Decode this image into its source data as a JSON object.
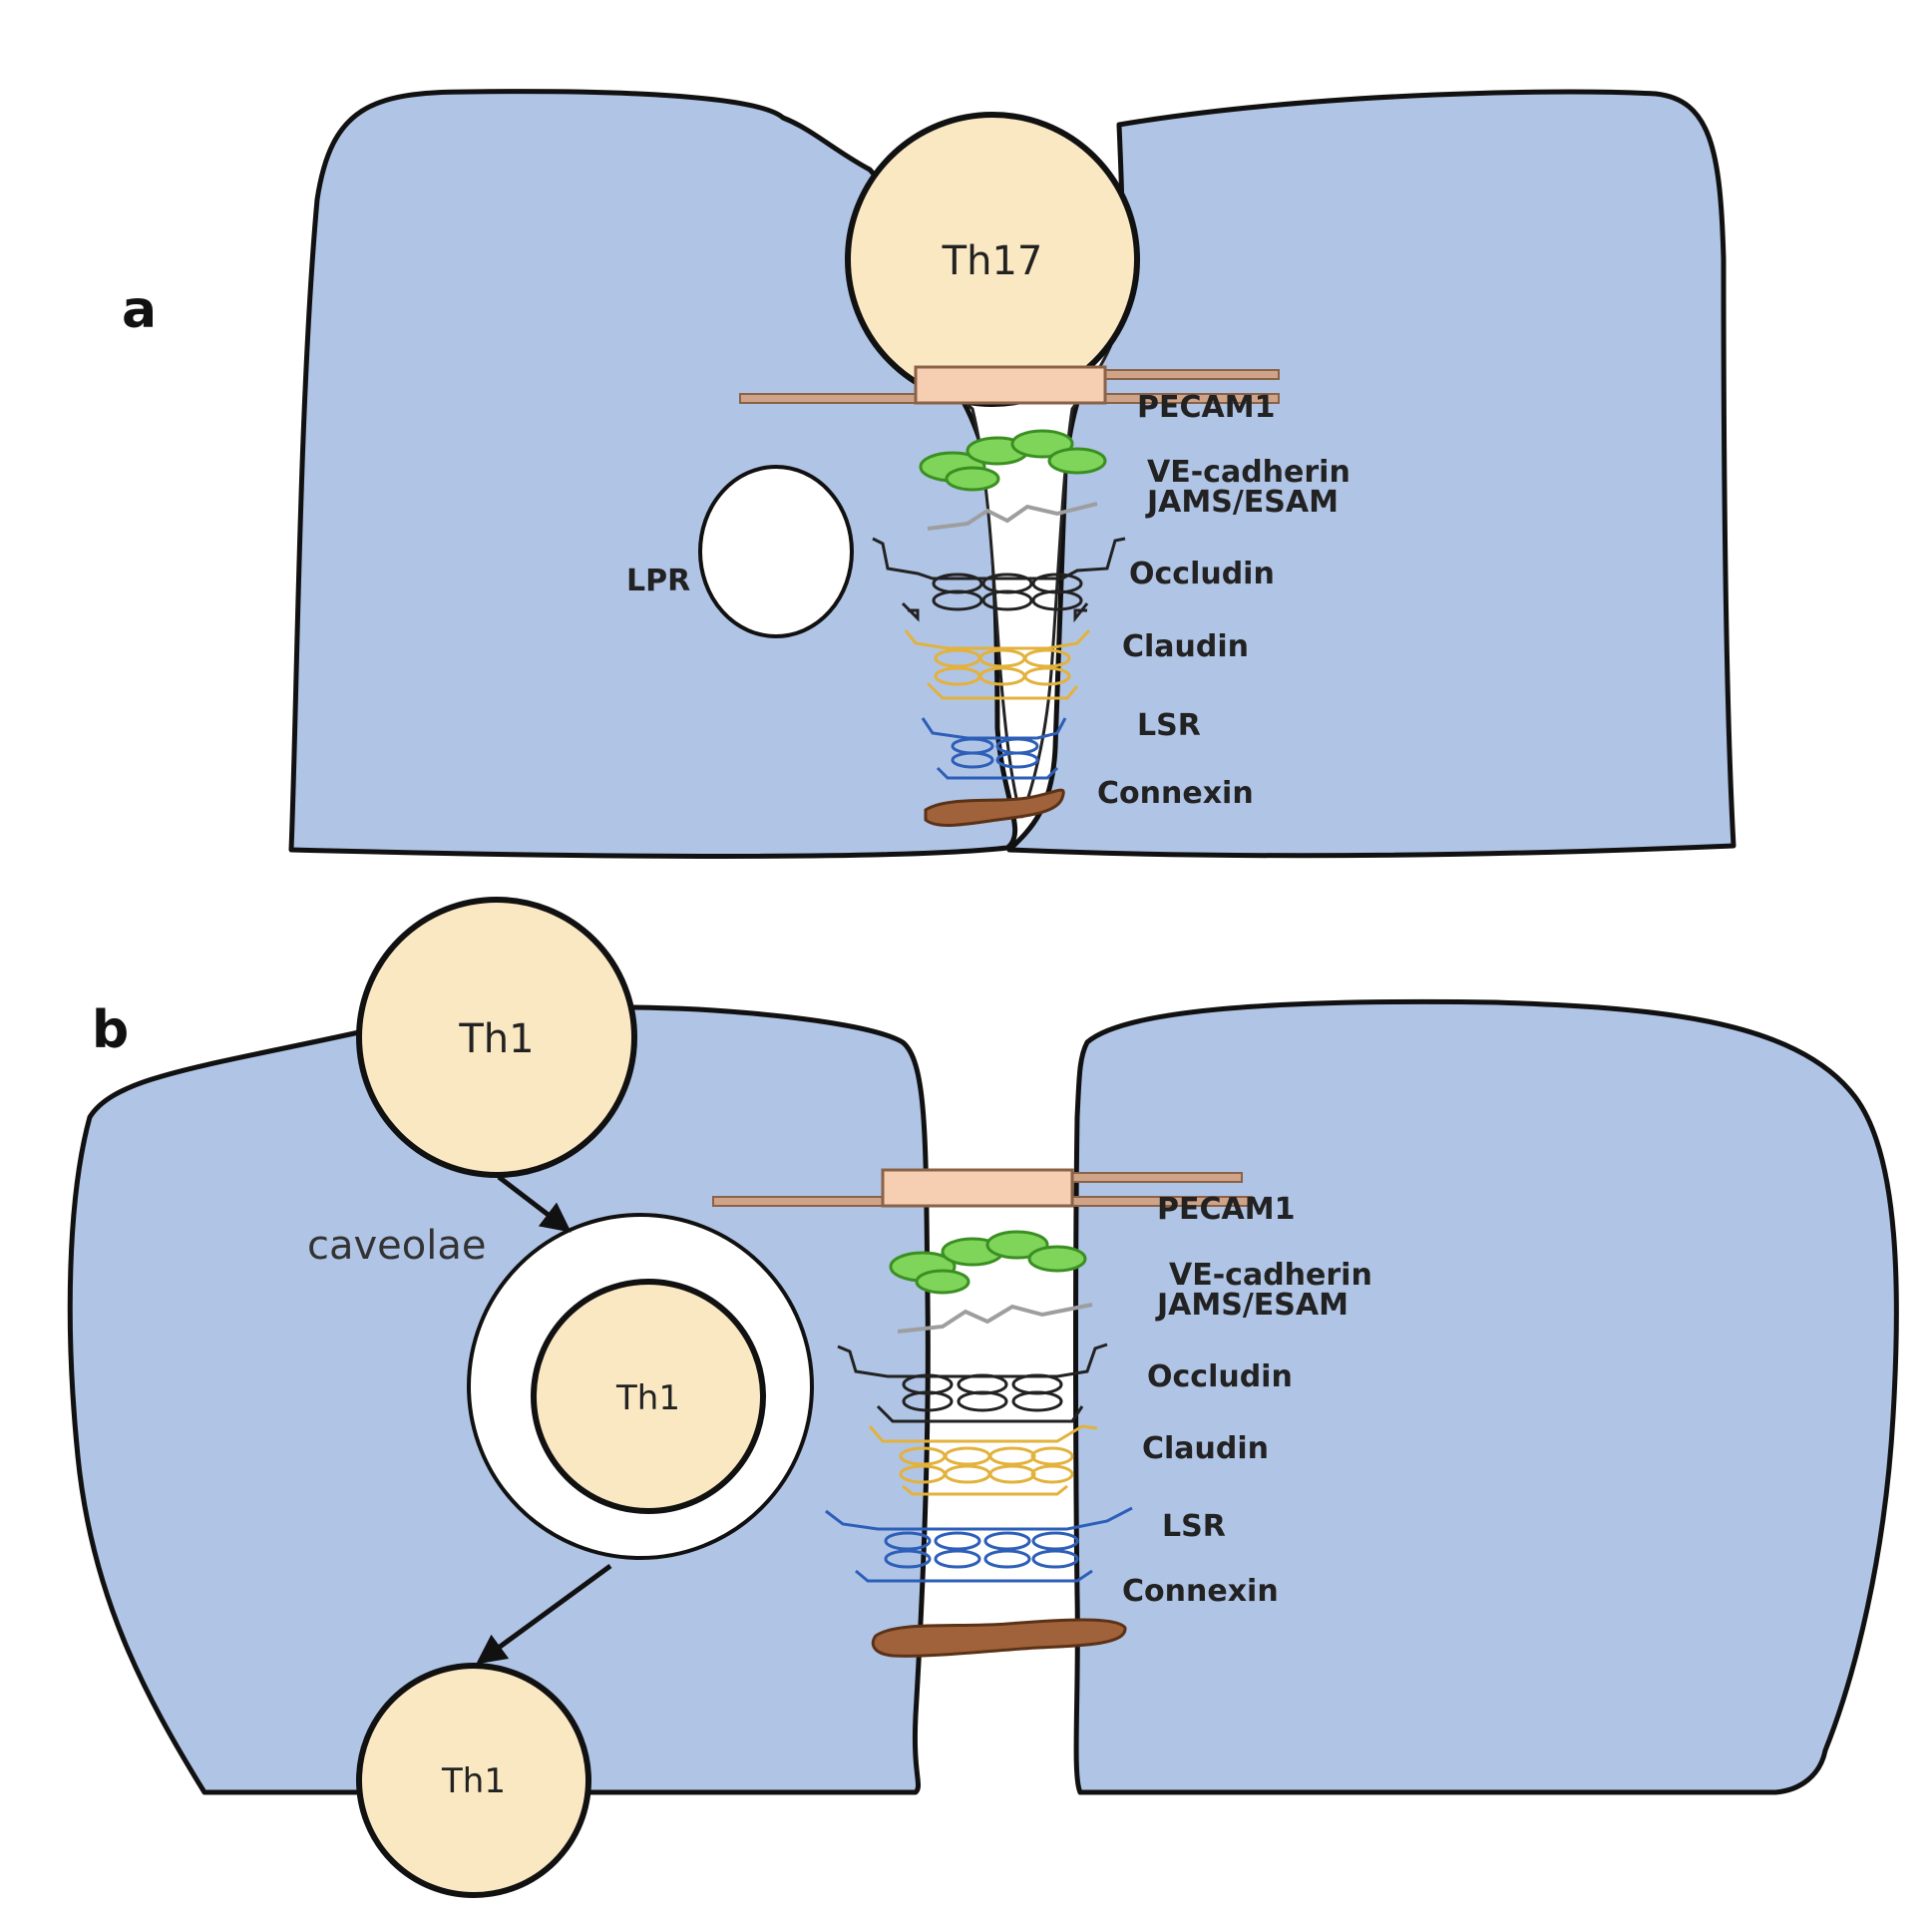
{
  "panels": {
    "a": {
      "letter": "a",
      "migrating_cell": "Th17",
      "vesicle_label": "LPR",
      "proteins": [
        "PECAM1",
        "VE-cadherin",
        "JAMS/ESAM",
        "Occludin",
        "Claudin",
        "LSR",
        "Connexin"
      ]
    },
    "b": {
      "letter": "b",
      "cell_top": "Th1",
      "cell_in_caveolae": "Th1",
      "cell_bottom": "Th1",
      "caveolae_label": "caveolae",
      "proteins": [
        "PECAM1",
        "VE-cadherin",
        "JAMS/ESAM",
        "Occludin",
        "Claudin",
        "LSR",
        "Connexin"
      ]
    }
  },
  "colors": {
    "endothelial_cell": "#b0c4e6",
    "t_cell": "#fae8c3",
    "pecam1": "#cfa387",
    "ve_cadherin": "#7fd45a",
    "jams_esam": "#9e9e9e",
    "occludin": "#222222",
    "claudin": "#e3b23c",
    "lsr": "#2d5fb8",
    "connexin": "#a0623a"
  }
}
